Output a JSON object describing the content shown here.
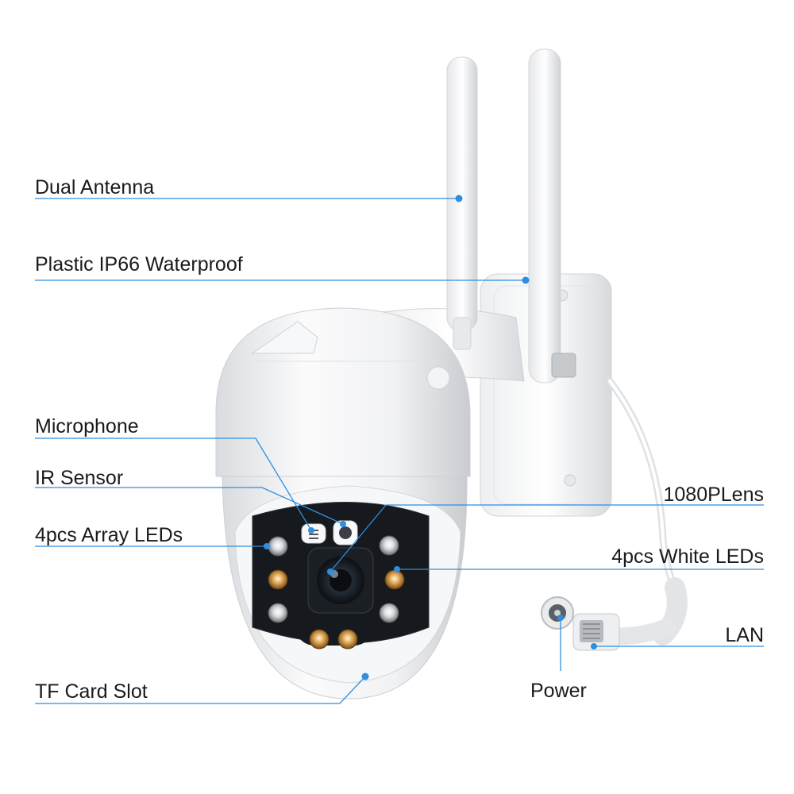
{
  "labels": {
    "dual_antenna": "Dual Antenna",
    "waterproof": "Plastic IP66 Waterproof",
    "microphone": "Microphone",
    "ir_sensor": "IR Sensor",
    "array_leds": "4pcs Array LEDs",
    "tf_card_slot": "TF Card Slot",
    "lens": "1080PLens",
    "white_leds": "4pcs White LEDs",
    "lan": "LAN",
    "power": "Power"
  },
  "colors": {
    "callout_line": "#2f8ee0",
    "text": "#1a1a1a",
    "warm_led": "#e0a040",
    "body": "#f4f5f7"
  }
}
